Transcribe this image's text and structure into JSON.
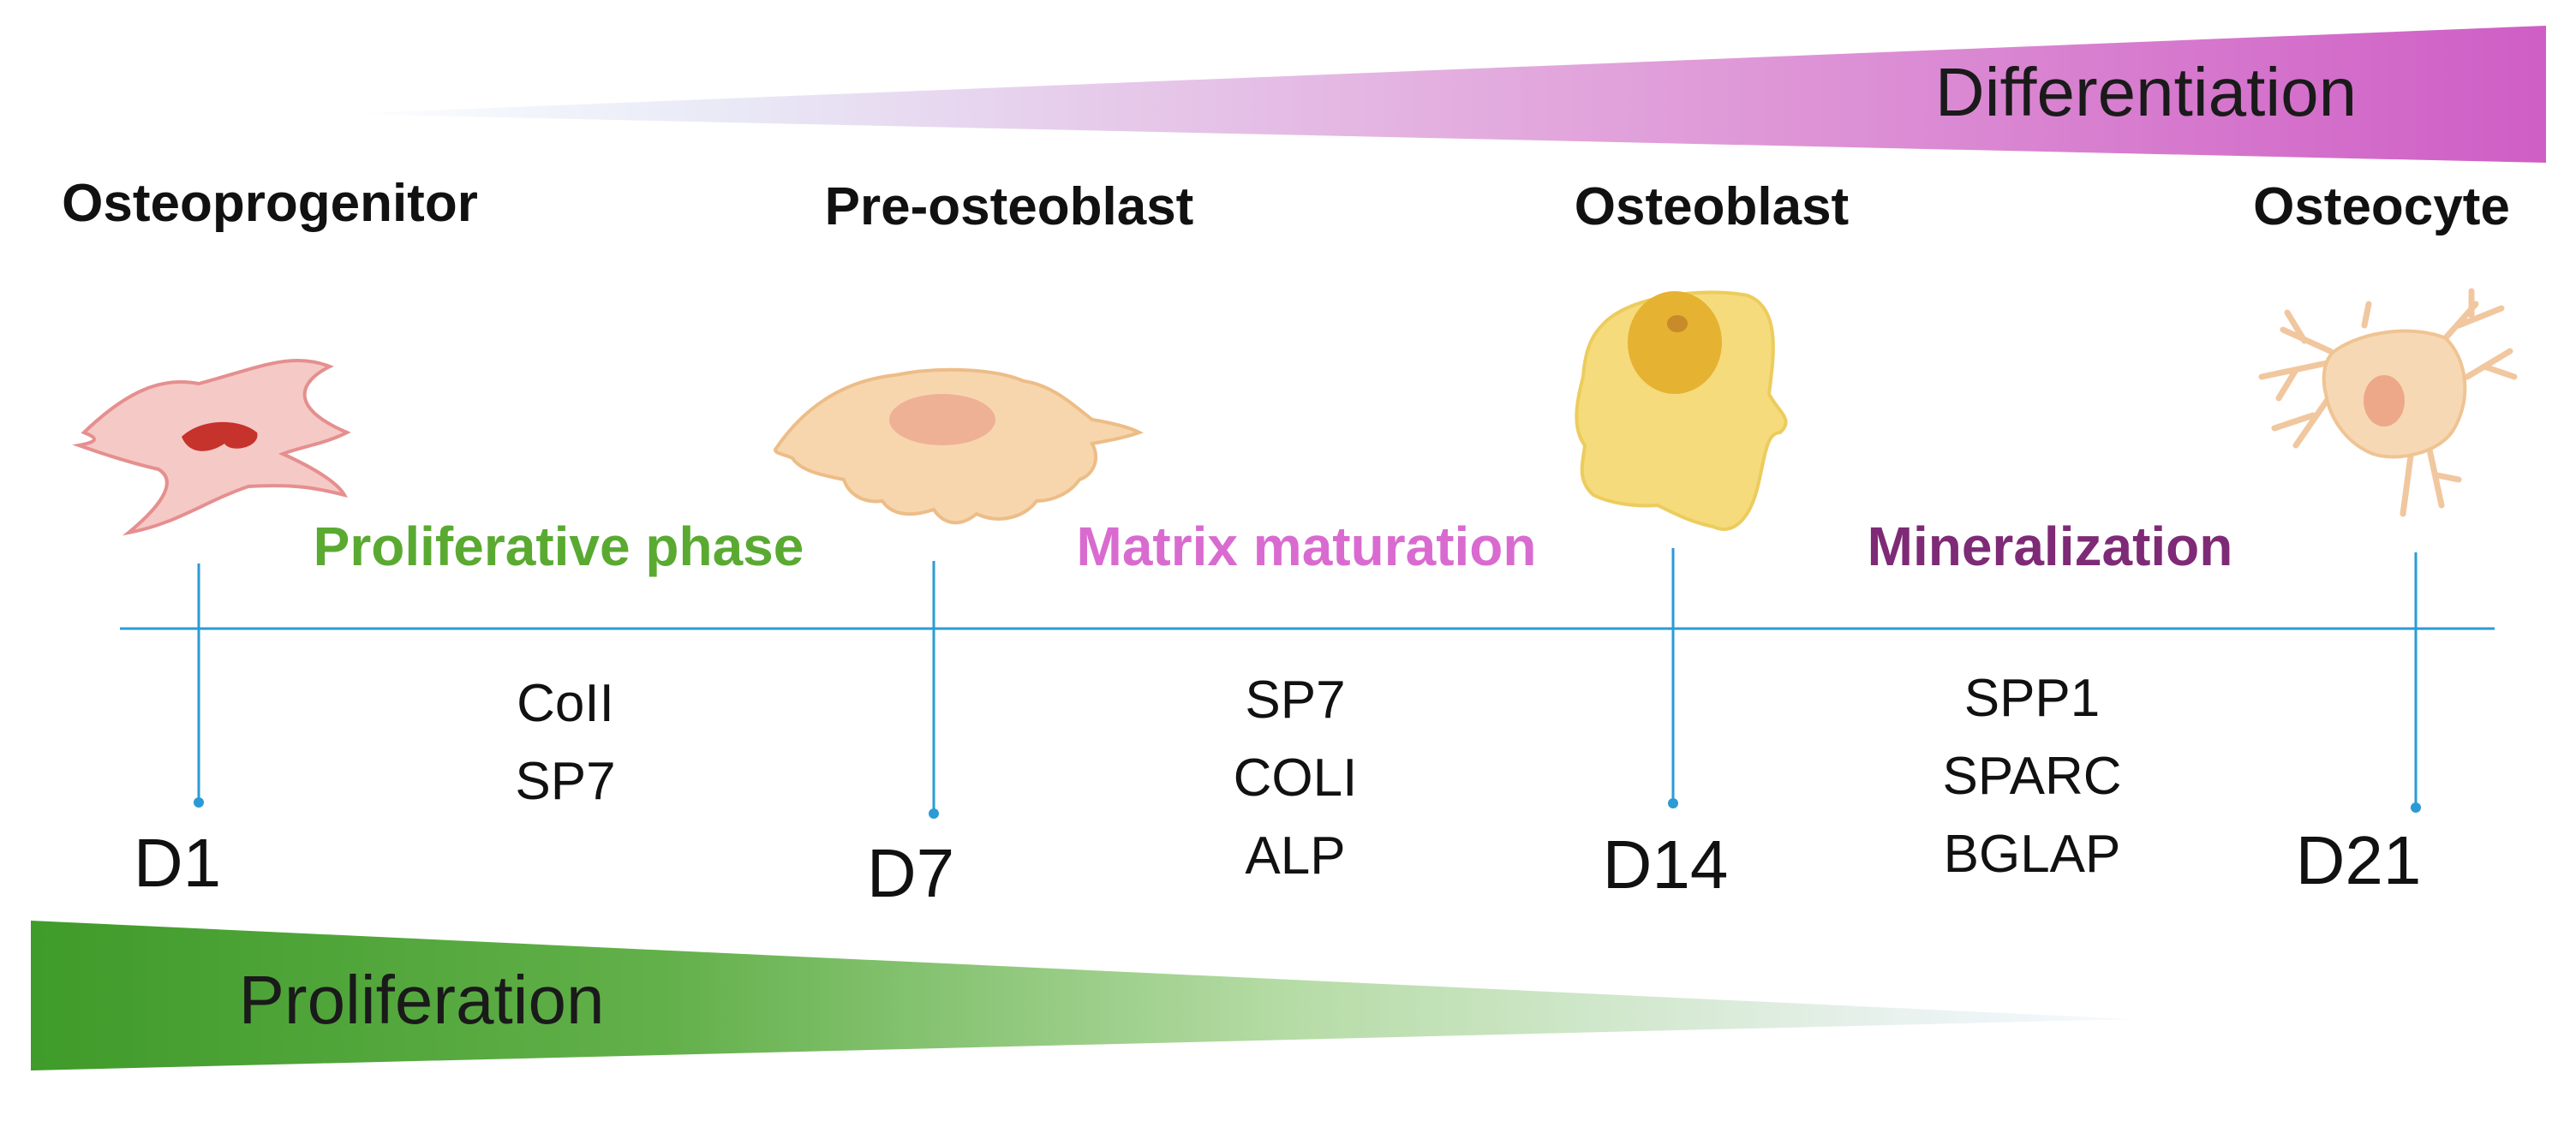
{
  "differentiation": {
    "label": "Differentiation",
    "color": "#d062c6"
  },
  "proliferation": {
    "label": "Proliferation",
    "color": "#3f9b2a"
  },
  "timeline_color": "#2b9bd6",
  "stages": [
    {
      "name": "Osteoprogenitor",
      "day": "D1",
      "cell_icon": "osteoprogenitor-cell-icon"
    },
    {
      "name": "Pre-osteoblast",
      "day": "D7",
      "cell_icon": "pre-osteoblast-cell-icon"
    },
    {
      "name": "Osteoblast",
      "day": "D14",
      "cell_icon": "osteoblast-cell-icon"
    },
    {
      "name": "Osteocyte",
      "day": "D21",
      "cell_icon": "osteocyte-cell-icon"
    }
  ],
  "phases": [
    {
      "label": "Proliferative phase",
      "color": "#5aaa32",
      "markers": [
        "CoII",
        "SP7"
      ]
    },
    {
      "label": "Matrix maturation",
      "color": "#d96bd0",
      "markers": [
        "SP7",
        "COLI",
        "ALP"
      ]
    },
    {
      "label": "Mineralization",
      "color": "#7e2a76",
      "markers": [
        "SPP1",
        "SPARC",
        "BGLAP"
      ]
    }
  ]
}
